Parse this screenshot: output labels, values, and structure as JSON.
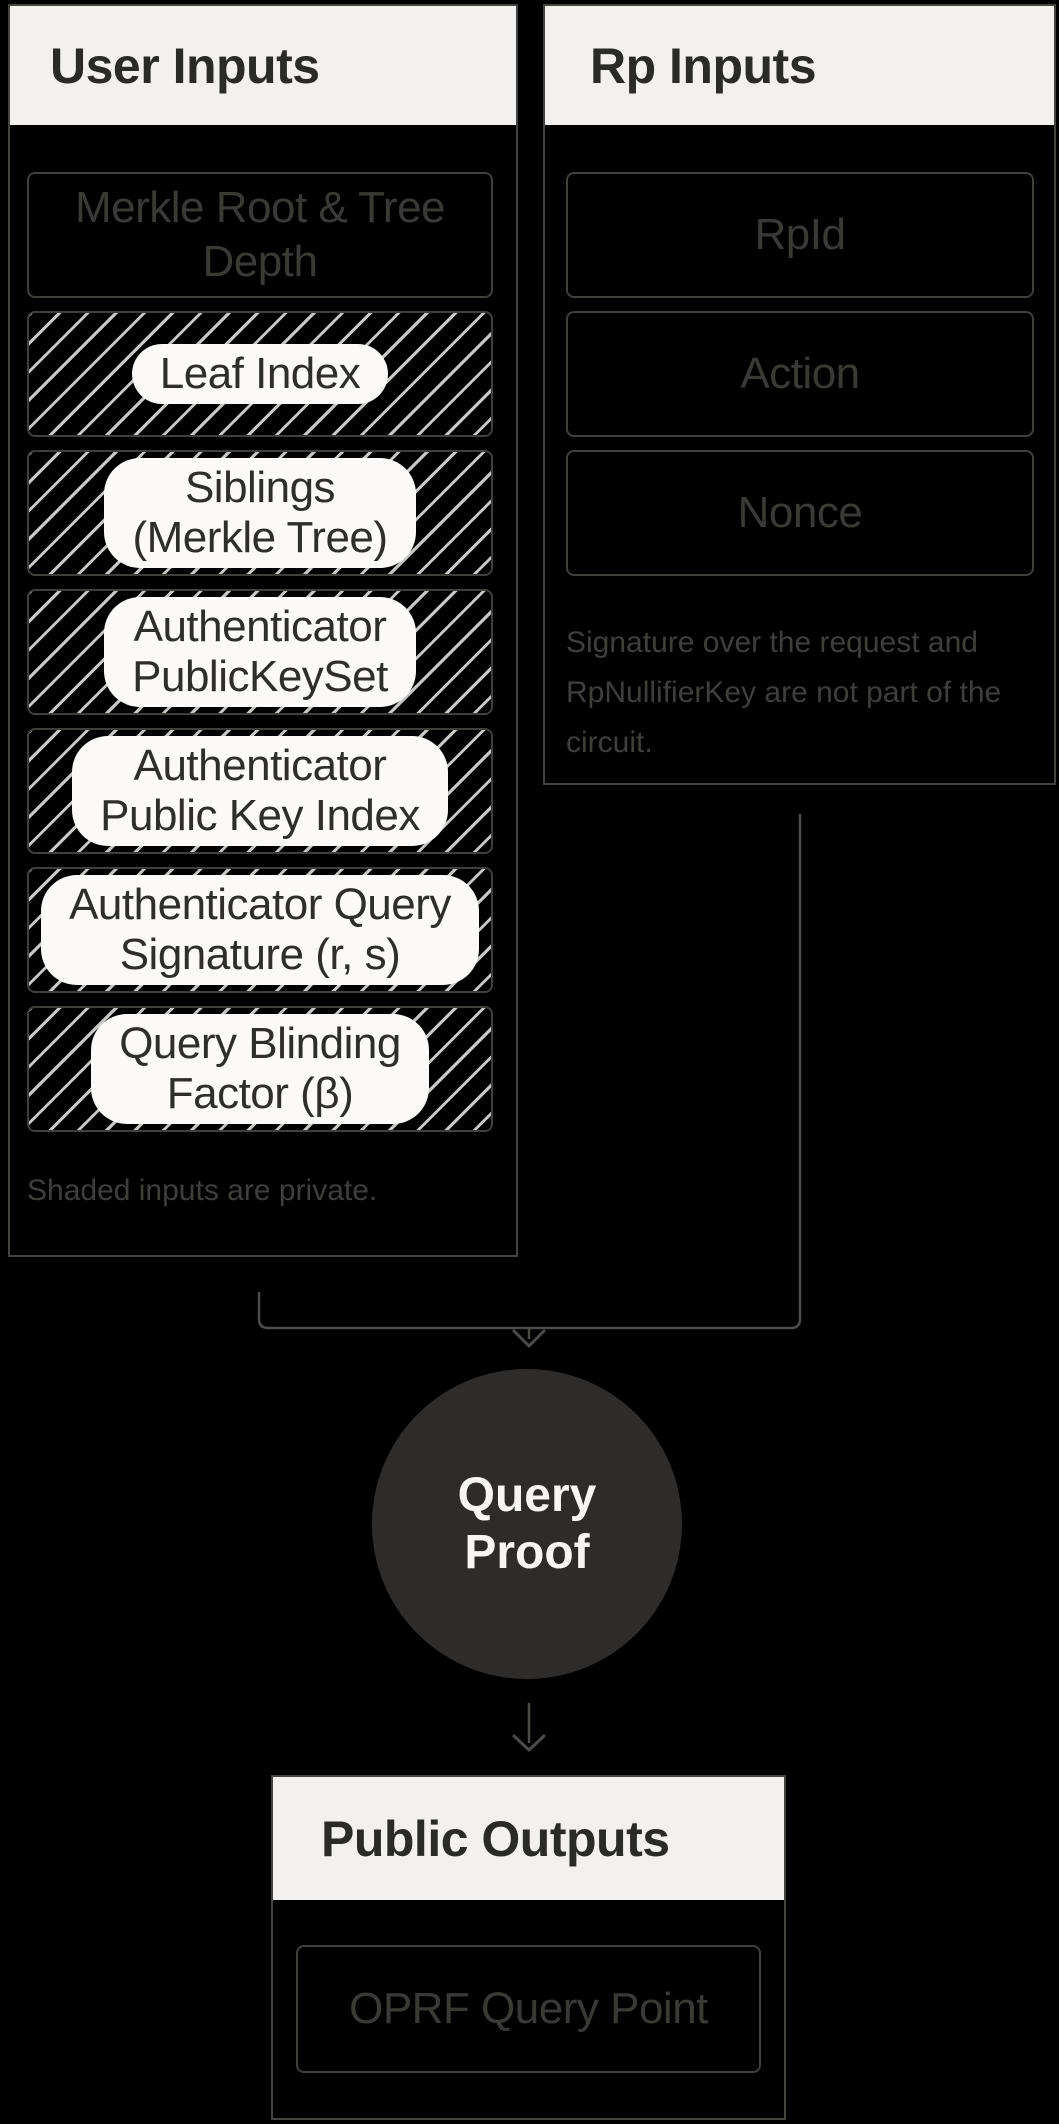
{
  "colors": {
    "background": "#000000",
    "panel_border": "#434340",
    "box_border": "#3f3f3c",
    "header_bg": "#f2f1ef",
    "header_text": "#2a2a27",
    "dim_label_text": "#393936",
    "note_text": "#3f3e3b",
    "hatch_stripe": "#c8c8c6",
    "pill_bg": "#fbfaf8",
    "pill_text": "#2e2e2b",
    "connector": "#4b4b48",
    "node_bg": "#2d2c2a",
    "node_text": "#f7f6f3"
  },
  "user_inputs": {
    "title": "User Inputs",
    "boxes": {
      "merkle_root": {
        "lines": [
          "Merkle Root & Tree",
          "Depth"
        ],
        "private": false
      },
      "leaf_index": {
        "lines": [
          "Leaf Index"
        ],
        "private": true
      },
      "siblings": {
        "lines": [
          "Siblings",
          "(Merkle Tree)"
        ],
        "private": true
      },
      "authenticator_public_key_set": {
        "lines": [
          "Authenticator",
          "PublicKeySet"
        ],
        "private": true
      },
      "authenticator_public_key_index": {
        "lines": [
          "Authenticator",
          "Public Key Index"
        ],
        "private": true
      },
      "authenticator_query_signature": {
        "lines": [
          "Authenticator Query",
          "Signature (r, s)"
        ],
        "private": true
      },
      "query_blinding_factor": {
        "lines": [
          "Query Blinding",
          "Factor (β)"
        ],
        "private": true
      }
    },
    "note": "Shaded inputs are private."
  },
  "rp_inputs": {
    "title": "Rp Inputs",
    "boxes": {
      "rp_id": {
        "label": "RpId"
      },
      "action": {
        "label": "Action"
      },
      "nonce": {
        "label": "Nonce"
      }
    },
    "note_lines": [
      "Signature over the request and",
      "RpNullifierKey are not part of the",
      "circuit."
    ]
  },
  "query_proof_node": {
    "lines": [
      "Query",
      "Proof"
    ]
  },
  "public_outputs": {
    "title": "Public Outputs",
    "boxes": {
      "oprf_query_point": {
        "label": "OPRF Query Point"
      }
    }
  }
}
